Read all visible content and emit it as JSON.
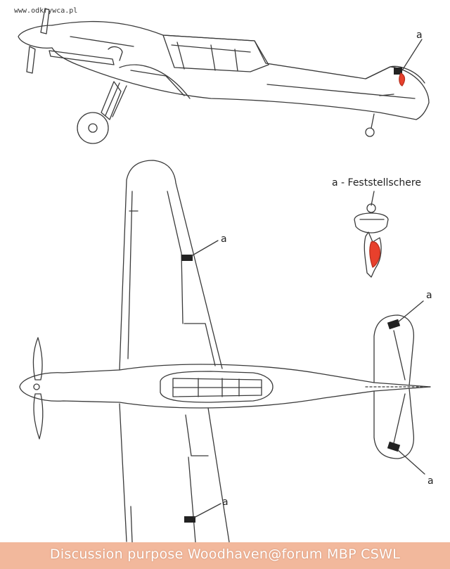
{
  "source_url": "www.odkrywca.pl",
  "legend_text": "a - Feststellschere",
  "marker_label": "a",
  "footer_text": "Discussion purpose Woodhaven@forum MBP CSWL",
  "colors": {
    "line": "#3a3a3a",
    "highlight": "#e8402c",
    "footer_bg": "#f2b89c",
    "footer_text": "#ffffff"
  }
}
